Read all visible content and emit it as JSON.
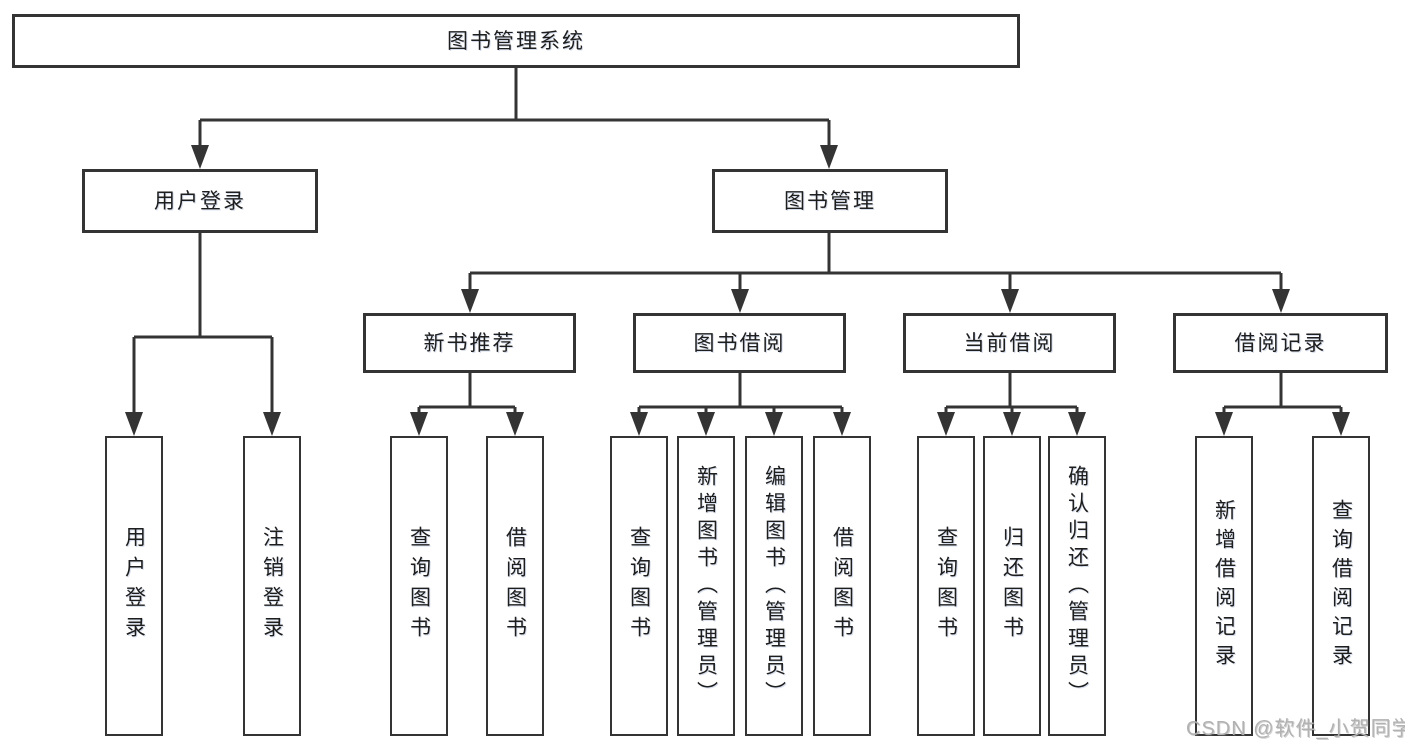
{
  "diagram": {
    "root": {
      "label": "图书管理系统"
    },
    "branches": {
      "user_login": {
        "label": "用户登录"
      },
      "book_management": {
        "label": "图书管理"
      }
    },
    "modules": [
      {
        "label": "新书推荐"
      },
      {
        "label": "图书借阅"
      },
      {
        "label": "当前借阅"
      },
      {
        "label": "借阅记录"
      }
    ],
    "leaves": {
      "user_login": [
        {
          "label": "用户登录"
        },
        {
          "label": "注销登录"
        }
      ],
      "new_book": [
        {
          "label": "查询图书"
        },
        {
          "label": "借阅图书"
        }
      ],
      "book_borrow": [
        {
          "label": "查询图书"
        },
        {
          "label": "新增图书（管理员）"
        },
        {
          "label": "编辑图书（管理员）"
        },
        {
          "label": "借阅图书"
        }
      ],
      "current_borrow": [
        {
          "label": "查询图书"
        },
        {
          "label": "归还图书"
        },
        {
          "label": "确认归还（管理员）"
        }
      ],
      "borrow_records": [
        {
          "label": "新增借阅记录"
        },
        {
          "label": "查询借阅记录"
        }
      ]
    }
  },
  "watermark": {
    "label": "CSDN @软件_小贺同学"
  },
  "colors": {
    "line": "#343434",
    "text": "#1e1e1e",
    "watermark": "#b2b2b2",
    "background": "#ffffff"
  }
}
